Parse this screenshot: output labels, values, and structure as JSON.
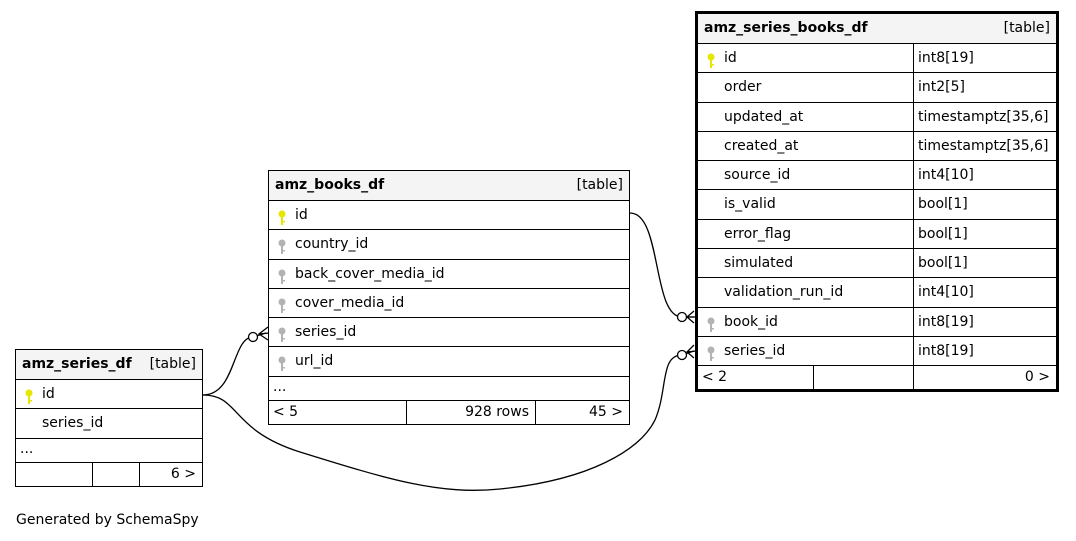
{
  "diagram": {
    "credit": "Generated by SchemaSpy",
    "tables": {
      "series_books": {
        "name": "amz_series_books_df",
        "kind": "[table]",
        "columns": [
          {
            "name": "id",
            "type": "int8[19]",
            "key": "pk"
          },
          {
            "name": "order",
            "type": "int2[5]",
            "key": "none"
          },
          {
            "name": "updated_at",
            "type": "timestamptz[35,6]",
            "key": "none"
          },
          {
            "name": "created_at",
            "type": "timestamptz[35,6]",
            "key": "none"
          },
          {
            "name": "source_id",
            "type": "int4[10]",
            "key": "none"
          },
          {
            "name": "is_valid",
            "type": "bool[1]",
            "key": "none"
          },
          {
            "name": "error_flag",
            "type": "bool[1]",
            "key": "none"
          },
          {
            "name": "simulated",
            "type": "bool[1]",
            "key": "none"
          },
          {
            "name": "validation_run_id",
            "type": "int4[10]",
            "key": "none"
          },
          {
            "name": "book_id",
            "type": "int8[19]",
            "key": "fk"
          },
          {
            "name": "series_id",
            "type": "int8[19]",
            "key": "fk"
          }
        ],
        "footer": {
          "left": "< 2",
          "middle": "",
          "right": "0 >"
        }
      },
      "books": {
        "name": "amz_books_df",
        "kind": "[table]",
        "columns": [
          {
            "name": "id",
            "key": "pk"
          },
          {
            "name": "country_id",
            "key": "fk"
          },
          {
            "name": "back_cover_media_id",
            "key": "fk"
          },
          {
            "name": "cover_media_id",
            "key": "fk"
          },
          {
            "name": "series_id",
            "key": "fk"
          },
          {
            "name": "url_id",
            "key": "fk"
          }
        ],
        "more": "...",
        "footer": {
          "left": "< 5",
          "middle": "928 rows",
          "right": "45 >"
        }
      },
      "series": {
        "name": "amz_series_df",
        "kind": "[table]",
        "columns": [
          {
            "name": "id",
            "key": "pk"
          },
          {
            "name": "series_id",
            "key": "none"
          }
        ],
        "more": "...",
        "footer": {
          "left": "",
          "middle": "",
          "right": "6 >"
        }
      }
    },
    "colors": {
      "pk_key": "#e6e600",
      "fk_key": "#b3b3b3",
      "header_bg": "#f4f4f4",
      "edge": "#000000"
    }
  }
}
